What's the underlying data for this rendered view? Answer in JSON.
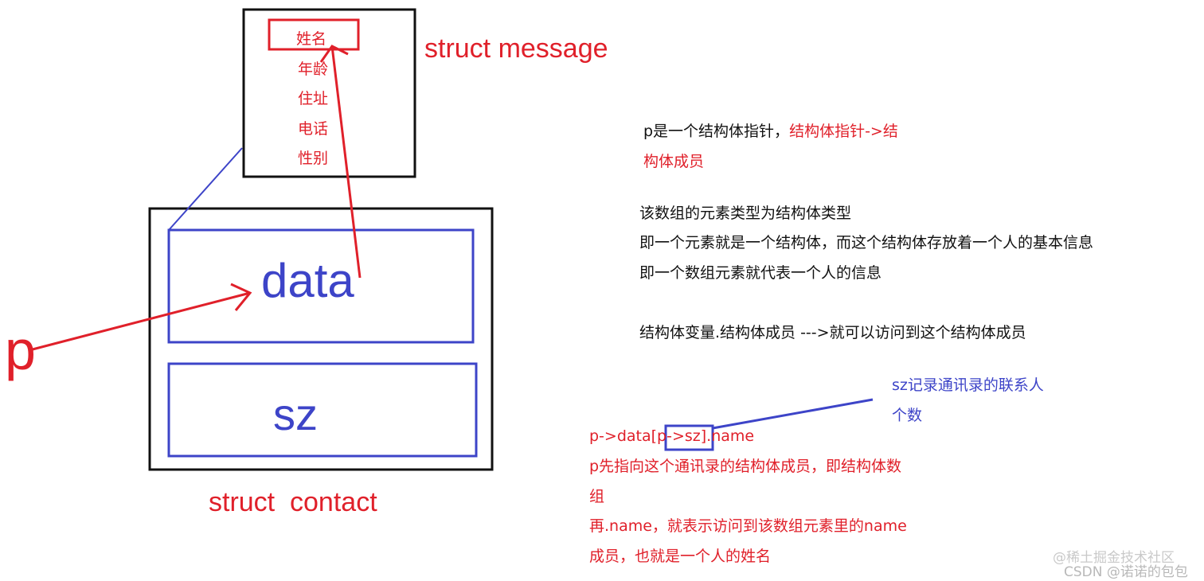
{
  "diagram": {
    "struct_message": {
      "label": "struct message",
      "fields": [
        "姓名",
        "年龄",
        "住址",
        "电话",
        "性别"
      ],
      "highlighted_field": "姓名"
    },
    "struct_contact": {
      "label": "struct  contact",
      "members": {
        "data": "data",
        "sz": "sz"
      }
    },
    "pointer": {
      "label": "p"
    },
    "notes": {
      "pointer_note": {
        "black": "p是一个结构体指针，",
        "red_line1": "结构体指针->结",
        "red_line2": "构体成员"
      },
      "array_note": [
        "该数组的元素类型为结构体类型",
        "即一个元素就是一个结构体，而这个结构体存放着一个人的基本信息",
        "即一个数组元素就代表一个人的信息"
      ],
      "access_note": "结构体变量.结构体成员 --->就可以访问到这个结构体成员",
      "sz_note": [
        "sz记录通讯录的联系人",
        "个数"
      ],
      "expression": {
        "prefix": "p->data[",
        "boxed": "p->sz",
        "suffix": "].name"
      },
      "expression_explain": [
        "p先指向这个通讯录的结构体成员，即结构体数",
        "组",
        "再.name，就表示访问到该数组元素里的name",
        "成员，也就是一个人的姓名"
      ]
    },
    "watermark": [
      "@稀土掘金技术社区",
      "CSDN @诺诺的包包"
    ],
    "colors": {
      "red": "#e0202a",
      "blue": "#3d44c8",
      "black": "#111111"
    }
  }
}
